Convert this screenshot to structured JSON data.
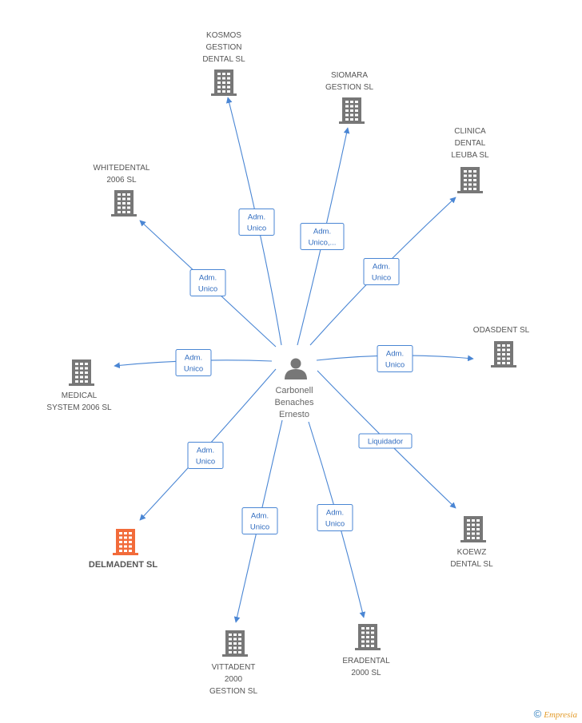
{
  "center": {
    "label": [
      "Carbonell",
      "Benaches",
      "Ernesto"
    ],
    "icon": "person-icon"
  },
  "colors": {
    "edge": "#4a86d4",
    "company": "#777777",
    "highlight": "#f26b3a"
  },
  "nodes": [
    {
      "id": "kosmos",
      "label": [
        "KOSMOS",
        "GESTION",
        "DENTAL SL"
      ],
      "relation": [
        "Adm.",
        "Unico"
      ],
      "highlight": false
    },
    {
      "id": "siomara",
      "label": [
        "SIOMARA",
        "GESTION SL"
      ],
      "relation": [
        "Adm.",
        "Unico,..."
      ],
      "highlight": false
    },
    {
      "id": "clinica",
      "label": [
        "CLINICA",
        "DENTAL",
        "LEUBA SL"
      ],
      "relation": [
        "Adm.",
        "Unico"
      ],
      "highlight": false
    },
    {
      "id": "whitedental",
      "label": [
        "WHITEDENTAL",
        "2006 SL"
      ],
      "relation": [
        "Adm.",
        "Unico"
      ],
      "highlight": false
    },
    {
      "id": "odasdent",
      "label": [
        "ODASDENT SL"
      ],
      "relation": [
        "Adm.",
        "Unico"
      ],
      "highlight": false
    },
    {
      "id": "medical",
      "label": [
        "MEDICAL",
        "SYSTEM 2006 SL"
      ],
      "relation": [
        "Adm.",
        "Unico"
      ],
      "highlight": false
    },
    {
      "id": "delmadent",
      "label": [
        "DELMADENT SL"
      ],
      "relation": [
        "Adm.",
        "Unico"
      ],
      "highlight": true
    },
    {
      "id": "koewz",
      "label": [
        "KOEWZ",
        "DENTAL SL"
      ],
      "relation": [
        "Liquidador"
      ],
      "highlight": false
    },
    {
      "id": "vittadent",
      "label": [
        "VITTADENT",
        "2000",
        "GESTION SL"
      ],
      "relation": [
        "Adm.",
        "Unico"
      ],
      "highlight": false
    },
    {
      "id": "eradental",
      "label": [
        "ERADENTAL",
        "2000 SL"
      ],
      "relation": [
        "Adm.",
        "Unico"
      ],
      "highlight": false
    }
  ],
  "footer": {
    "copyright": "©",
    "brand": "Empresia"
  }
}
